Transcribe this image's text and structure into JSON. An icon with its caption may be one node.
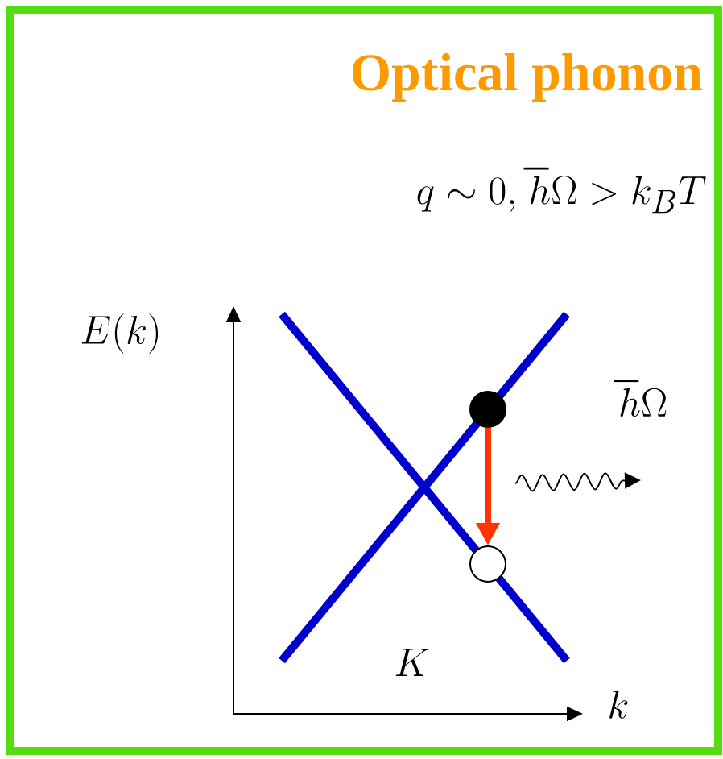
{
  "diagram": {
    "title": "Optical phonon",
    "nodes": [
      {
        "text": [],
        "shape": "circle"
      },
      {
        "text": [],
        "shape": "circle"
      }
    ],
    "edges": [
      {
        "from": 0,
        "to": 1,
        "arrow": "to",
        "color": "#ff3300"
      }
    ],
    "labels": [
      "q \\sim 0, \\hbar\\Omega > k_BT",
      "E(k)",
      "\\hbar\\Omega",
      "K",
      "k"
    ]
  }
}
